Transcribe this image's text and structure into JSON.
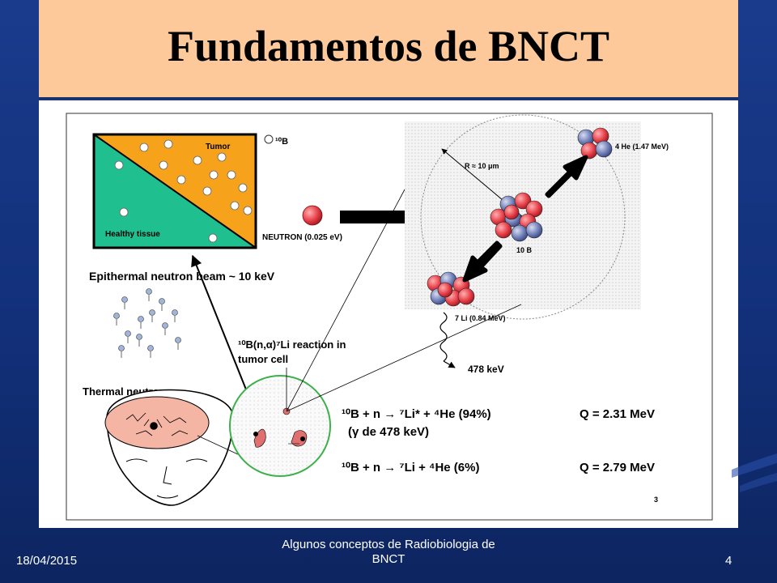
{
  "slide": {
    "title": "Fundamentos de BNCT",
    "footer_date": "18/04/2015",
    "footer_title": "Algunos conceptos de Radiobiologia de BNCT",
    "slide_number": "4"
  },
  "figure": {
    "tumor_label": "Tumor",
    "healthy_label": "Healthy tissue",
    "b10_legend": "¹⁰B",
    "neutron_label": "NEUTRON (0.025 eV)",
    "epithermal_label": "Epithermal neutron beam ~ 10 keV",
    "thermal_label": "Thermal neutrons",
    "reaction_label_1": "¹⁰B(n,α)⁷Li reaction in",
    "reaction_label_2": "tumor cell",
    "radius_label": "R ≈ 10 μm",
    "he_label": "4 He (1.47 MeV)",
    "b10_nucleus_label": "10 B",
    "li_label": "7 Li (0.84 MeV)",
    "gamma_label": "478 keV",
    "equation_1_left": "¹⁰B + n → ⁷Li* + ⁴He (94%)",
    "equation_1_q": "Q = 2.31 MeV",
    "equation_1_sub": "(γ de 478 keV)",
    "equation_2_left": "¹⁰B + n → ⁷Li + ⁴He   (6%)",
    "equation_2_q": "Q = 2.79 MeV",
    "page_ref": "3"
  },
  "colors": {
    "title_bg": "#fdc99a",
    "tumor": "#f7a21b",
    "healthy": "#1fbf8f",
    "proton": "#e8404a",
    "neutron_ball": "#5a6aa8",
    "background": "#12307a"
  }
}
